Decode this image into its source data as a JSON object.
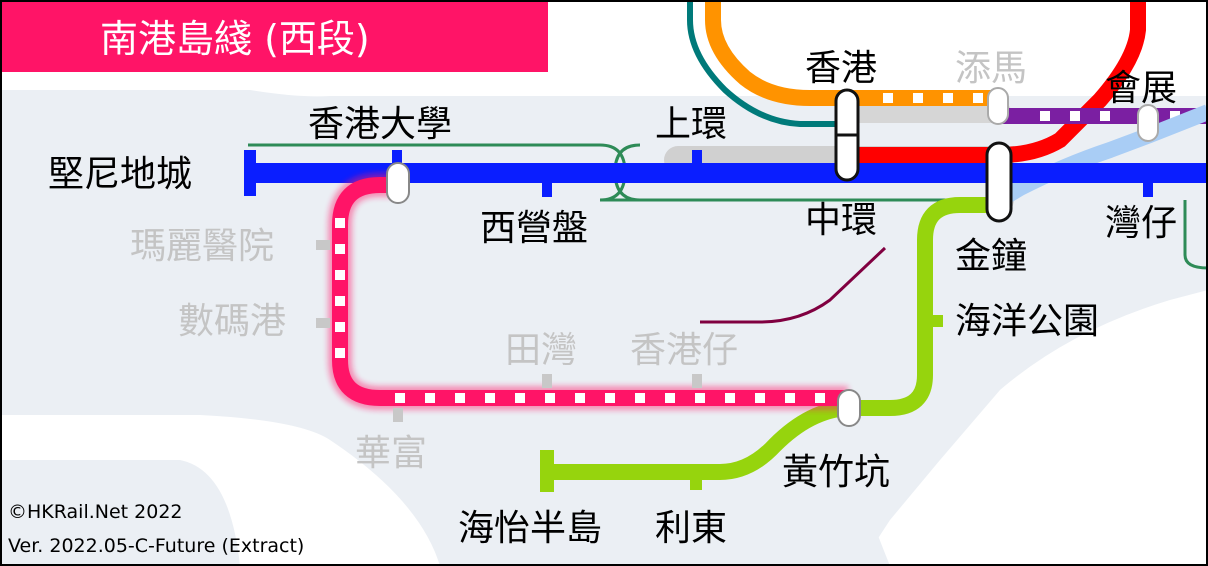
{
  "title": "南港島綫 (西段)",
  "copyright": "©HKRail.Net 2022",
  "version": "Ver. 2022.05-C-Future (Extract)",
  "colors": {
    "title_bg": "#ff1467",
    "south_island_line": "#ff1467",
    "island_line": "#0a1eff",
    "tsuen_wan_line": "#ff0000",
    "tung_chung_line": "#ff9300",
    "airport_express": "#007a7a",
    "east_rail_line": "#7b1fa2",
    "south_island_east": "#96d40d",
    "tram_outline": "#2e8b57",
    "walkway": "#800040"
  },
  "stations": {
    "kennedy_town": "堅尼地城",
    "hku": "香港大學",
    "sai_ying_pun": "西營盤",
    "sheung_wan": "上環",
    "central": "中環",
    "hong_kong": "香港",
    "admiralty": "金鐘",
    "wan_chai": "灣仔",
    "exhibition_centre": "會展",
    "tim_ma": "添馬",
    "ocean_park": "海洋公園",
    "wong_chuk_hang": "黃竹坑",
    "lei_tung": "利東",
    "south_horizons": "海怡半島",
    "queen_mary": "瑪麗醫院",
    "cyberport": "數碼港",
    "wah_fu": "華富",
    "tin_wan": "田灣",
    "aberdeen": "香港仔"
  }
}
